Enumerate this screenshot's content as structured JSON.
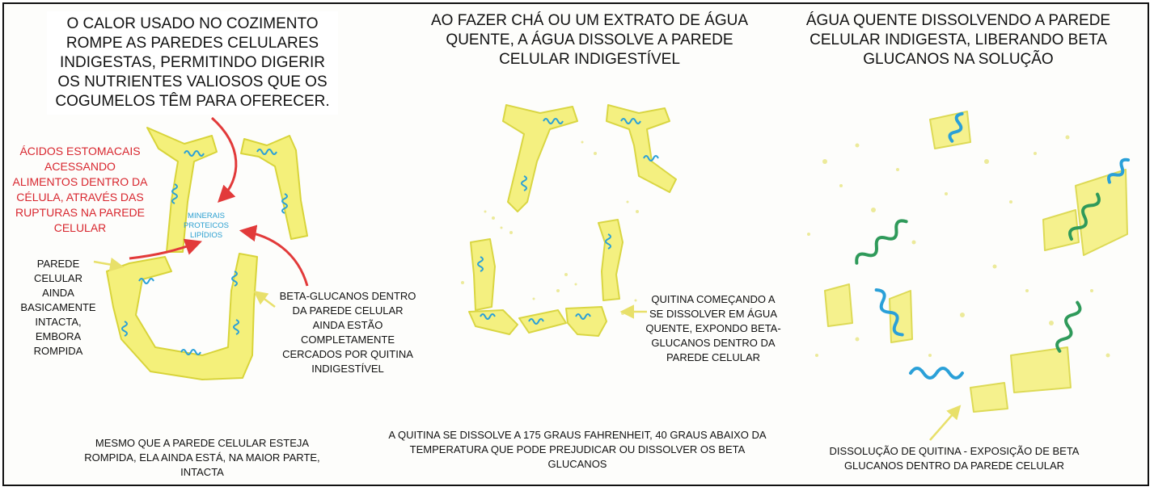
{
  "panels": [
    {
      "title": "O CALOR USADO NO COZIMENTO ROMPE AS PAREDES CELULARES INDIGESTAS, PERMITINDO DIGERIR OS NUTRIENTES VALIOSOS QUE OS COGUMELOS TÊM PARA OFERECER.",
      "acid_label": "ÁCIDOS ESTOMACAIS ACESSANDO ALIMENTOS DENTRO DA CÉLULA, ATRAVÉS DAS RUPTURAS NA PAREDE CELULAR",
      "nutrients_label": "MINERAIS PROTEICOS LIPÍDIOS",
      "wall_label": "PAREDE CELULAR AINDA BASICAMENTE INTACTA, EMBORA ROMPIDA",
      "beta_label": "BETA-GLUCANOS DENTRO DA PAREDE CELULAR AINDA ESTÃO COMPLETAMENTE CERCADOS POR QUITINA INDIGESTÍVEL",
      "caption": "MESMO QUE A PAREDE CELULAR ESTEJA ROMPIDA, ELA AINDA ESTÁ, NA MAIOR PARTE, INTACTA"
    },
    {
      "title": "AO FAZER CHÁ OU UM EXTRATO DE ÁGUA QUENTE, A ÁGUA DISSOLVE A PAREDE CELULAR INDIGESTÍVEL",
      "chitin_label": "QUITINA COMEÇANDO A SE DISSOLVER EM ÁGUA QUENTE, EXPONDO BETA-GLUCANOS DENTRO DA PAREDE CELULAR",
      "caption": "A QUITINA SE DISSOLVE A 175 GRAUS FAHRENHEIT, 40 GRAUS ABAIXO DA TEMPERATURA QUE PODE PREJUDICAR OU DISSOLVER OS BETA GLUCANOS"
    },
    {
      "title": "ÁGUA QUENTE DISSOLVENDO A PAREDE CELULAR INDIGESTA, LIBERANDO BETA GLUCANOS NA SOLUÇÃO",
      "caption": "DISSOLUÇÃO DE QUITINA - EXPOSIÇÃO DE BETA GLUCANOS DENTRO DA PAREDE CELULAR"
    }
  ],
  "colors": {
    "wall_fill": "#f4f07a",
    "wall_edge": "#d8d43a",
    "arrow_red": "#e23a3a",
    "pointer_yellow": "#e8e06a",
    "helix_blue": "#2aa0d8",
    "helix_green": "#2f9a5a",
    "nutrient_blue": "#2a9fd0"
  }
}
